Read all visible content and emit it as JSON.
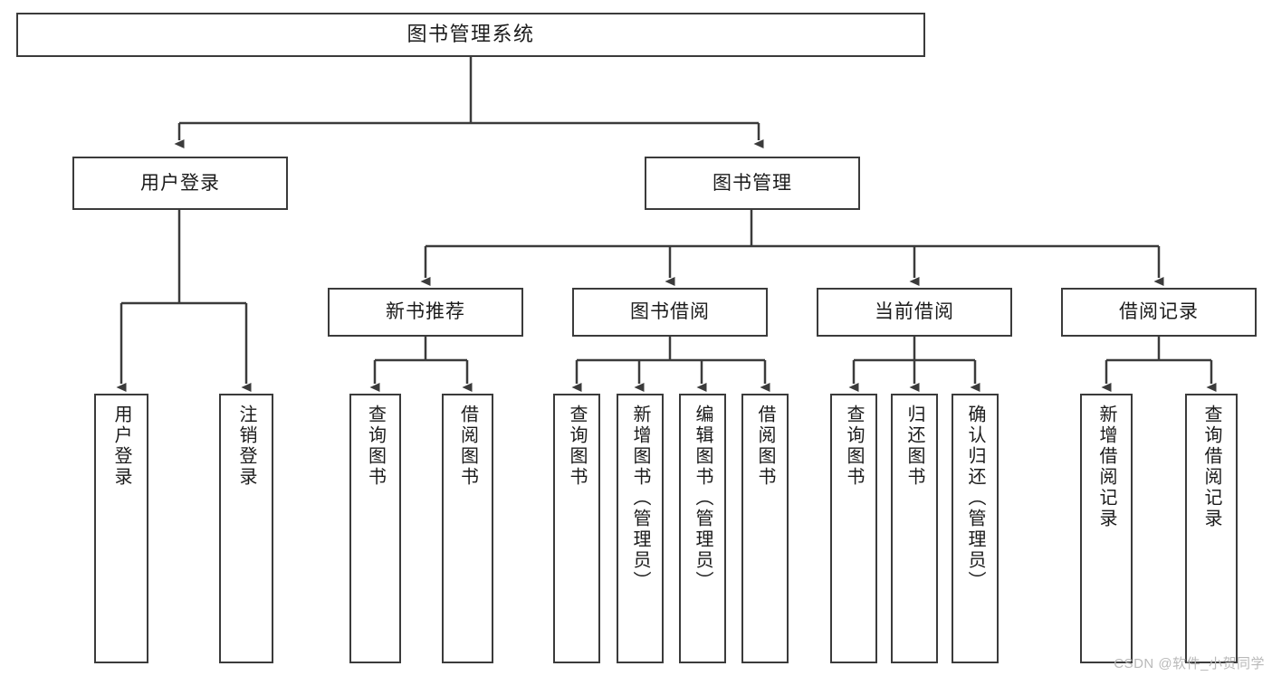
{
  "diagram": {
    "title": "图书管理系统",
    "type": "tree-hierarchy-chart",
    "style": {
      "background": "#ffffff",
      "border_color": "#3b3b3b",
      "text_color": "#1b1b1b",
      "watermark_color": "#b9b9b9"
    },
    "root": {
      "id": "root",
      "label": "图书管理系统"
    },
    "level2": [
      {
        "id": "user-login",
        "label": "用户登录"
      },
      {
        "id": "book-manage",
        "label": "图书管理"
      }
    ],
    "level3": [
      {
        "id": "new-book-recommend",
        "label": "新书推荐"
      },
      {
        "id": "book-borrow",
        "label": "图书借阅"
      },
      {
        "id": "current-borrow",
        "label": "当前借阅"
      },
      {
        "id": "borrow-record",
        "label": "借阅记录"
      }
    ],
    "leaves": {
      "user_login": [
        {
          "id": "leaf-user-login",
          "label": "用户登录"
        },
        {
          "id": "leaf-logout-login",
          "label": "注销登录"
        }
      ],
      "new_book_recommend": [
        {
          "id": "leaf-query-book-1",
          "label": "查询图书"
        },
        {
          "id": "leaf-borrow-book-1",
          "label": "借阅图书"
        }
      ],
      "book_borrow": [
        {
          "id": "leaf-query-book-2",
          "label": "查询图书"
        },
        {
          "id": "leaf-add-book",
          "label": "新增图书（管理员）"
        },
        {
          "id": "leaf-edit-book",
          "label": "编辑图书（管理员）"
        },
        {
          "id": "leaf-borrow-book-2",
          "label": "借阅图书"
        }
      ],
      "current_borrow": [
        {
          "id": "leaf-query-book-3",
          "label": "查询图书"
        },
        {
          "id": "leaf-return-book",
          "label": "归还图书"
        },
        {
          "id": "leaf-confirm-return",
          "label": "确认归还（管理员）"
        }
      ],
      "borrow_record": [
        {
          "id": "leaf-add-record",
          "label": "新增借阅记录"
        },
        {
          "id": "leaf-query-record",
          "label": "查询借阅记录"
        }
      ]
    },
    "watermark": "CSDN @软件_小贺同学"
  }
}
